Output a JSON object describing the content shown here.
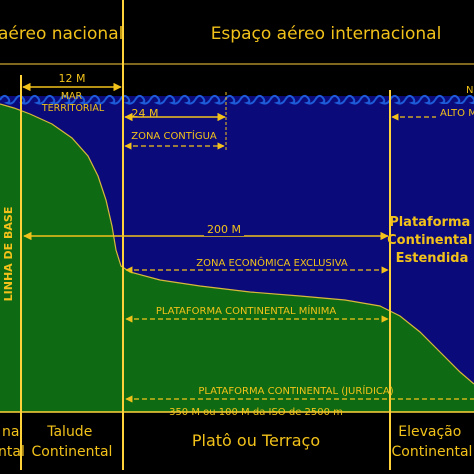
{
  "colors": {
    "background": "#000000",
    "sea": "#0a0a7a",
    "land": "#0f6b13",
    "yellow": "#f2c21a",
    "boundary_line": "#ffd23a",
    "wave": "#1e5bd8"
  },
  "header": {
    "national_airspace": "aéreo nacional",
    "international_airspace": "Espaço aéreo internacional"
  },
  "measures": {
    "territorial_distance": "12  M",
    "territorial_sea": "MAR\nTERRITORIAL",
    "contiguous_distance": "24  M",
    "contiguous_zone": "ZONA CONTÍGUA",
    "high_seas": "ALTO M",
    "high_seas_edge": "N",
    "eez_distance": "200  M",
    "eez": "ZONA ECONÔMICA EXCLUSIVA",
    "extended_shelf": "Plataforma\nContinental\nEstendida",
    "min_shelf": "PLATAFORMA CONTINENTAL MÍNIMA",
    "legal_shelf": "PLATAFORMA CONTINENTAL (JURÍDICA)",
    "legal_shelf_limit": "350 M  ou  100 M da ISO de 2500 m",
    "baseline": "LINHA DE BASE"
  },
  "footer": {
    "shelf_cut": "na\nntal",
    "slope": "Talude\nContinental",
    "plateau": "Platô ou Terraço",
    "rise": "Elevação\nContinental"
  }
}
